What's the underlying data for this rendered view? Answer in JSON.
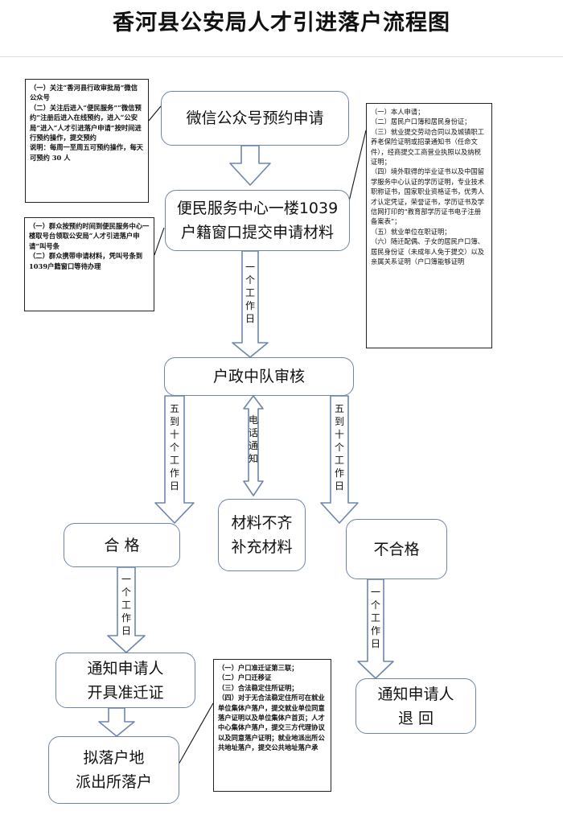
{
  "title": "香河县公安局人才引进落户流程图",
  "nodes": {
    "wechat": "微信公众号预约申请",
    "submit": "便民服务中心一楼1039\n户籍窗口提交申请材料",
    "review": "户政中队审核",
    "pass": "合  格",
    "supplement": "材料不齐\n补充材料",
    "fail": "不合格",
    "notify_pass": "通知申请人\n开具准迁证",
    "register": "拟落户地\n派出所落户",
    "notify_fail": "通知申请人\n退  回"
  },
  "arrow_labels": {
    "one_day": "一\n个\n工\n作\n日",
    "five_to_ten": "五\n到\n十\n个\n工\n作\n日",
    "phone_notice": "电\n话\n通\n知",
    "five_to_ten_short": "五\n到\n十\n个\n工\n作\n日"
  },
  "notes": {
    "wechat_steps": "（一）关注“香河县行政审批局”微信公众号\n（二）关注后进入“便民服务”“微信预约”注册后进入在线预约，进入“公安局”进入“人才引进落户申请”按时间进行预约操作，提交预约\n说明：每周一至周五可预约操作，每天可预约 30 人",
    "window_steps": "（一）群众按预约时间到便民服务中心一楼取号台领取公安局“人才引进落户申请”叫号条\n（二）群众携带申请材料，凭叫号条到1039户籍窗口等待办理",
    "materials": "（一）本人申请；\n（二）居民户口簿和居民身份证；\n（三）就业提交劳动合同以及城镇职工养老保险证明或招录通知书（任命文件），经商提交工商营业执照以及纳税证明；\n（四）境外取得的毕业证书以及中国留学服务中心认证的学历证明，专业技术职称证书，国家职业资格证书，优秀人才认定凭证，荣誉证书，学历证书及学信网打印的“教育部学历证书电子注册备案表”；\n（五）就业单位在职证明；\n（六）随迁配偶、子女的居民户口簿、居民身份证（未成年人免于提交）以及亲属关系证明（户口簿能够证明",
    "settle_docs": "（一）户口准迁证第三联；\n（二）户口迁移证\n（三）合法稳定住所证明；\n（四）对于无合法稳定住所可在就业单位集体户落户，提交就业单位同意落户证明以及单位集体户首页；人才中心集体户落户，提交三方代理协议以及同意落户证明；就业地派出所公共地址落户，提交公共地址落户承"
  }
}
